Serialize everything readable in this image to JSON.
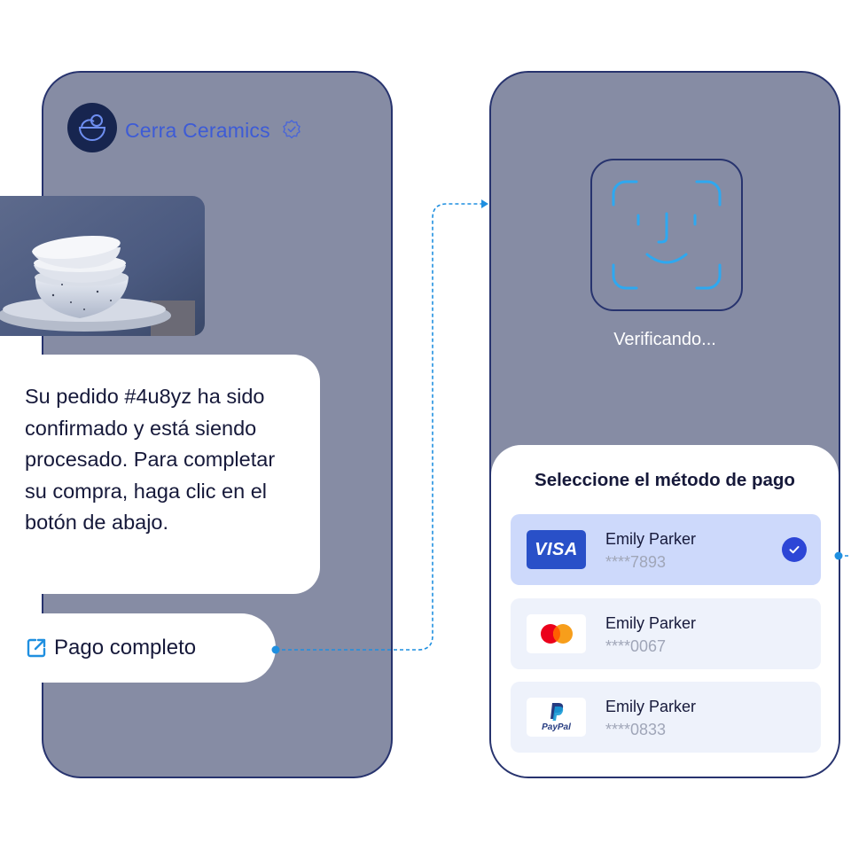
{
  "brand": {
    "name": "Cerra Ceramics",
    "avatar_icon": "bowl-icon",
    "verified_icon": "verified-badge-icon",
    "accent_color": "#3d5bd6"
  },
  "message": {
    "text": "Su pedido #4u8yz ha sido confirmado y está siendo procesado. Para completar su compra, haga clic en el botón de abajo."
  },
  "pay_button": {
    "label": "Pago completo",
    "icon": "external-link-icon"
  },
  "verification": {
    "status": "Verificando...",
    "icon": "face-id-icon"
  },
  "payment_sheet": {
    "title": "Seleccione el método de pago",
    "options": [
      {
        "brand": "VISA",
        "name": "Emily Parker",
        "number": "****7893",
        "selected": true
      },
      {
        "brand": "mastercard",
        "name": "Emily Parker",
        "number": "****0067",
        "selected": false
      },
      {
        "brand": "PayPal",
        "name": "Emily Parker",
        "number": "****0833",
        "selected": false
      }
    ]
  },
  "colors": {
    "phone_bg": "#868ca4",
    "phone_border": "#27336e",
    "selected_option": "#cdd9fb",
    "option_bg": "#eef2fb",
    "connector": "#1f8fe0",
    "face_icon": "#2ea8f0"
  }
}
